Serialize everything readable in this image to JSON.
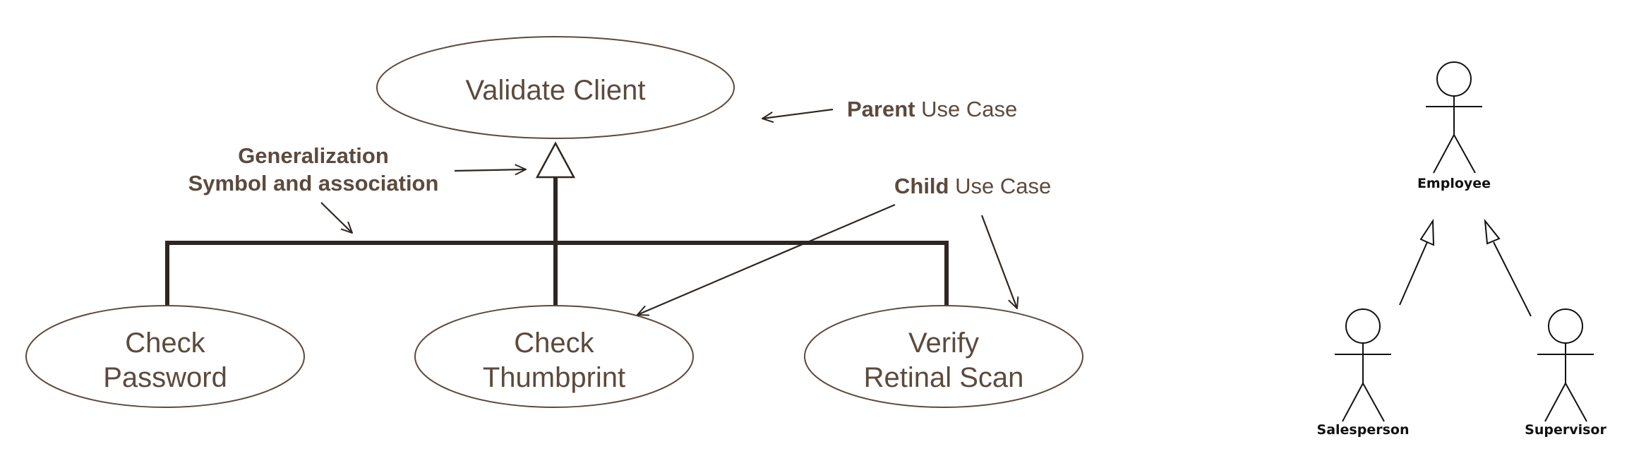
{
  "use_case_diagram": {
    "parent_use_case": "Validate Client",
    "child_use_cases": [
      {
        "line1": "Check",
        "line2": "Password"
      },
      {
        "line1": "Check",
        "line2": "Thumbprint"
      },
      {
        "line1": "Verify",
        "line2": "Retinal Scan"
      }
    ],
    "annotations": {
      "parent": {
        "bold": "Parent",
        "rest": " Use Case"
      },
      "child": {
        "bold": "Child",
        "rest": " Use Case"
      },
      "generalization": {
        "line1": "Generalization",
        "line2": "Symbol and association"
      }
    }
  },
  "actor_diagram": {
    "parent_actor": "Employee",
    "child_actors": [
      "Salesperson",
      "Supervisor"
    ]
  },
  "colors": {
    "text": "#5c4a3c",
    "line": "#2e2620",
    "ellipse_stroke": "#5c4a3c",
    "actor_line": "#111111"
  }
}
